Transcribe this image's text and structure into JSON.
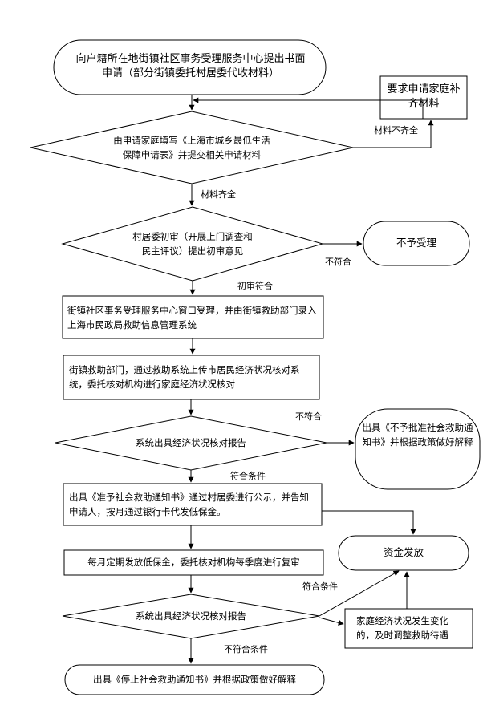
{
  "nodes": {
    "start": "向户籍所在地街镇社区事务受理服务中心提出书面申请（部分街镇委托村居委代收材料）",
    "supplement": "要求申请家庭补齐材料",
    "fill_form": "由申请家庭填写《上海市城乡最低生活保障申请表》并提交相关申请材料",
    "village_review": "村居委初审（开展上门调查和民主评议）提出初审意见",
    "reject": "不予受理",
    "street_accept": "街镇社区事务受理服务中心窗口受理，并由街镇救助部门录入上海市民政局救助信息管理系统",
    "verify_upload": "街镇救助部门，通过救助系统上传市居民经济状况核对系统，委托核对机构进行家庭经济状况核对",
    "report1": "系统出具经济状况核对报告",
    "no_approve": "出具《不予批准社会救助通知书》并根据政策做好解释",
    "approve_notice": "出具《准予社会救助通知书》通过村居委进行公示，并告知申请人，按月通过银行卡代发低保金。",
    "monthly": "每月定期发放低保金，委托核对机构每季度进行复审",
    "funds": "资金发放",
    "report2": "系统出具经济状况核对报告",
    "change": "家庭经济状况发生变化的，及时调整救助待遇",
    "stop_notice": "出具《停止社会救助通知书》并根据政策做好解释"
  },
  "edges": {
    "materials_incomplete": "材料不齐全",
    "materials_complete": "材料齐全",
    "not_meet_1": "不符合",
    "initial_meet": "初审符合",
    "not_meet_2": "不符合",
    "meet_1": "符合条件",
    "meet_2": "符合条件",
    "not_meet_3": "不符合条件"
  }
}
